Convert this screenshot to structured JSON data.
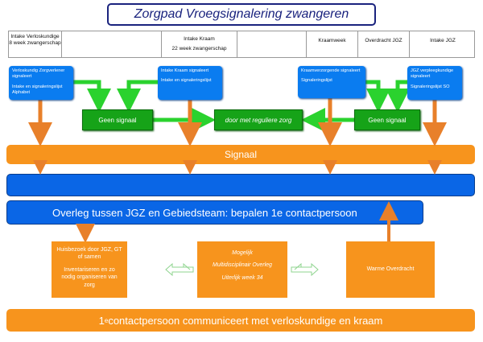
{
  "title": "Zorgpad Vroegsignalering zwangeren",
  "timeline": [
    {
      "label": "Intake Verloskundige",
      "sub": "8 week zwangerschap"
    },
    {
      "label": "",
      "sub": ""
    },
    {
      "label": "Intake Kraam",
      "sub": "22 week zwangerschap"
    },
    {
      "label": "",
      "sub": ""
    },
    {
      "label": "Kraamweek",
      "sub": ""
    },
    {
      "label": "Overdracht JGZ",
      "sub": ""
    },
    {
      "label": "Intake JGZ",
      "sub": ""
    }
  ],
  "blue_boxes": [
    {
      "line1": "Verloskundig Zorgverlener signaleert",
      "line2": "Intake en signaleringslijst Alphabet"
    },
    {
      "line1": "Intake Kraam signaleert",
      "line2": "Intake en signaleringslijst"
    },
    {
      "line1": "Kraamverzorgende signaleert",
      "line2": "Signaleringslijst"
    },
    {
      "line1": "JGZ verpleegkundige signaleert",
      "line2": "Signaleringslijst SO"
    }
  ],
  "green": {
    "left": "Geen signaal",
    "middle": "door met reguliere zorg",
    "right": "Geen signaal"
  },
  "signal_bar": "Signaal",
  "overleg": "Overleg tussen JGZ en Gebiedsteam: bepalen 1e contactpersoon",
  "orange_left": {
    "line1": "Huisbezoek door JGZ, GT of samen",
    "line2": "Inventariseren en zo nodig organiseren van zorg"
  },
  "orange_middle": {
    "line1": "Mogelijk",
    "line2": "Multidisciplinair Overleg",
    "line3": "Uiterlijk week 34"
  },
  "orange_right": "Warme Overdracht",
  "bottom": {
    "prefix": "1",
    "sup": "e",
    "rest": " contactpersoon communiceert met verloskundige en kraam"
  },
  "colors": {
    "title": "#1a237e",
    "blue": "#0a7cf0",
    "band": "#0a66e6",
    "green": "#16a318",
    "orange": "#f7941d"
  }
}
